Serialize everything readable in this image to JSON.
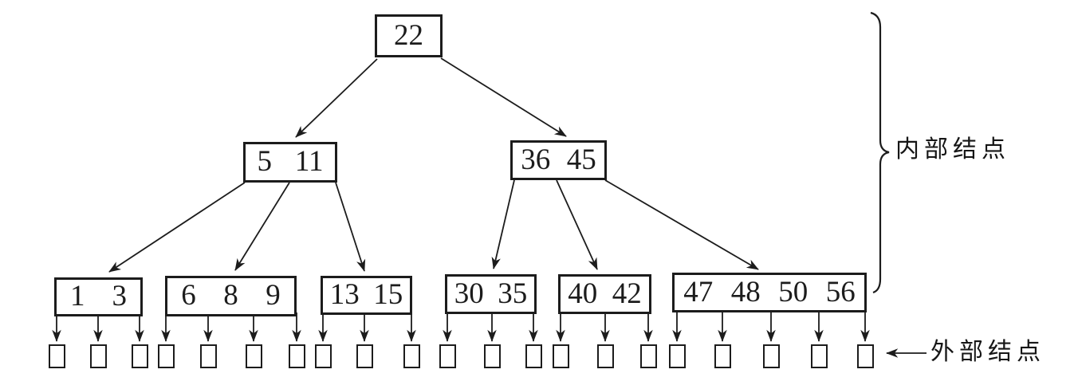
{
  "figure": {
    "colors": {
      "ink": "#1c1c1c",
      "background": "#ffffff"
    },
    "annotations": {
      "internal_nodes_label": "内部结点",
      "external_nodes_label": "外部结点"
    }
  },
  "tree": {
    "root": {
      "keys": [
        "22"
      ]
    },
    "internal": [
      {
        "keys": [
          "5",
          "11"
        ]
      },
      {
        "keys": [
          "36",
          "45"
        ]
      }
    ],
    "leaves": [
      {
        "keys": [
          "1",
          "3"
        ]
      },
      {
        "keys": [
          "6",
          "8",
          "9"
        ]
      },
      {
        "keys": [
          "13",
          "15"
        ]
      },
      {
        "keys": [
          "30",
          "35"
        ]
      },
      {
        "keys": [
          "40",
          "42"
        ]
      },
      {
        "keys": [
          "47",
          "48",
          "50",
          "56"
        ]
      }
    ],
    "external_node_count": 21
  }
}
